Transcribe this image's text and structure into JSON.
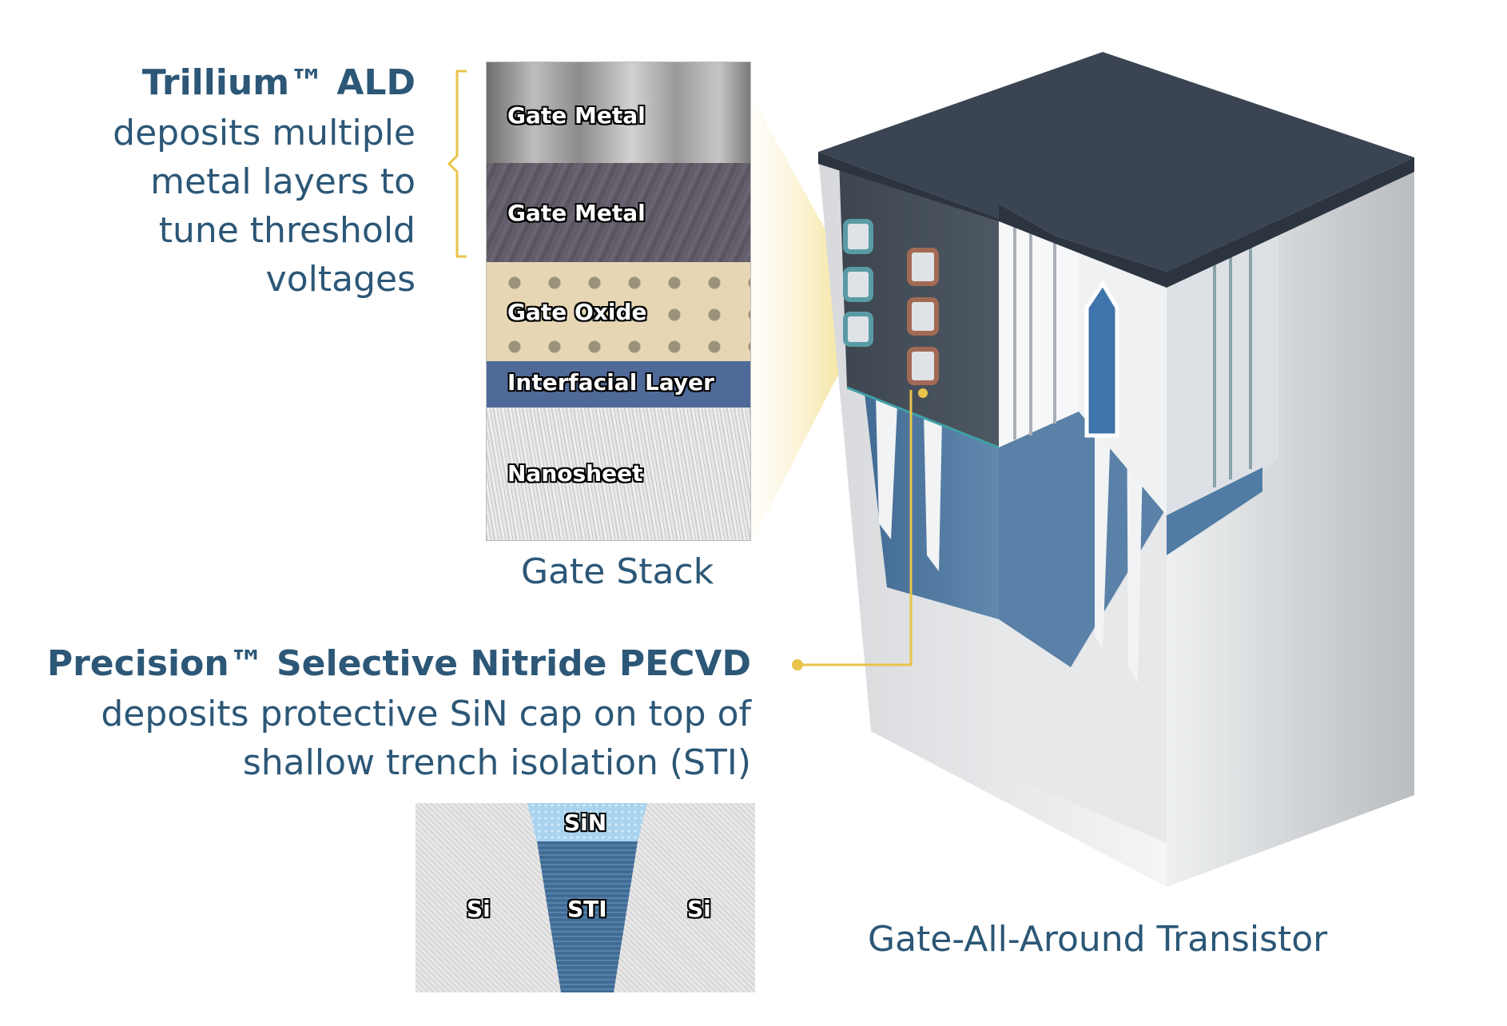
{
  "trillium": {
    "title": "Trillium™ ALD",
    "body_lines": [
      "deposits multiple",
      "metal layers to",
      "tune threshold",
      "voltages"
    ]
  },
  "gate_stack": {
    "caption": "Gate Stack",
    "layers": [
      {
        "label": "Gate Metal"
      },
      {
        "label": "Gate Metal"
      },
      {
        "label": "Gate Oxide"
      },
      {
        "label": "Interfacial Layer"
      },
      {
        "label": "Nanosheet"
      }
    ]
  },
  "precision": {
    "title": "Precision™ Selective Nitride PECVD",
    "body_lines": [
      "deposits protective SiN cap on top of",
      "shallow trench isolation (STI)"
    ]
  },
  "sti_diagram": {
    "labels": {
      "cap": "SiN",
      "trench": "STI",
      "left": "Si",
      "right": "Si"
    }
  },
  "transistor": {
    "caption": "Gate-All-Around Transistor"
  },
  "colors": {
    "text_blue": "#2c5777",
    "accent_gold": "#e8c44a",
    "sti_blue": "#3f6b95",
    "top_dark": "#3a4452"
  }
}
